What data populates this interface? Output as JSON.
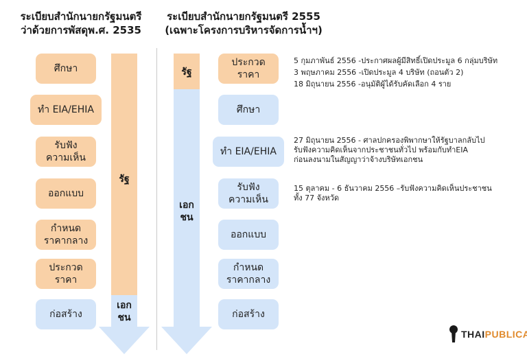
{
  "left": {
    "title_line1": "ระเบียบสำนักนายกรัฐมนตรี",
    "title_line2": "ว่าด้วยการพัสดุพ.ศ. 2535",
    "steps": [
      "ศึกษา",
      "ทำ EIA/EHIA",
      "รับฟัง\nความเห็น",
      "ออกแบบ",
      "กำหนด\nราคากลาง",
      "ประกวด\nราคา",
      "ก่อสร้าง"
    ],
    "arrow_state_label": "รัฐ",
    "arrow_private_label": "เอก\nชน"
  },
  "right": {
    "title_line1": "ระเบียบสำนักนายกรัฐมนตรี 2555",
    "title_line2": "(เฉพาะโครงการบริหารจัดการน้ำฯ)",
    "arrow_state_label": "รัฐ",
    "arrow_private_label": "เอก\nชน",
    "steps": [
      "ประกวด\nราคา",
      "ศึกษา",
      "ทำ EIA/EHIA",
      "รับฟัง\nความเห็น",
      "ออกแบบ",
      "กำหนด\nราคากลาง",
      "ก่อสร้าง"
    ]
  },
  "notes": {
    "n1": "5 กุมภาพันธ์ 2556 -ประกาศผลผู้มีสิทธิ์เปิดประมูล 6 กลุ่มบริษัท",
    "n2": "3 พฤษภาคม 2556 -เปิดประมูล 4 บริษัท (ถอนตัว 2)",
    "n3": "18 มิถุนายน 2556 -อนุมัติผู้ได้รับคัดเลือก 4 ราย",
    "n4": "27 มิถุนายน 2556 - ศาลปกครองพิพากษาให้รัฐบาลกลับไป",
    "n5": "รับฟังความคิดเห็นจากประชาชนทั่วไป พร้อมกับทำEIA",
    "n6": "ก่อนลงนามในสัญญาว่าจ้างบริษัทเอกชน",
    "n7": "15 ตุลาคม - 6 ธันวาคม 2556 –รับฟังความคิดเห็นประชาชน",
    "n8": "ทั้ง 77 จังหวัด"
  },
  "logo": {
    "part1": "THAI",
    "part2": "PUBLICA"
  },
  "colors": {
    "orange": "#f9d1a7",
    "blue": "#d4e5f9",
    "accent": "#e08a2c"
  }
}
